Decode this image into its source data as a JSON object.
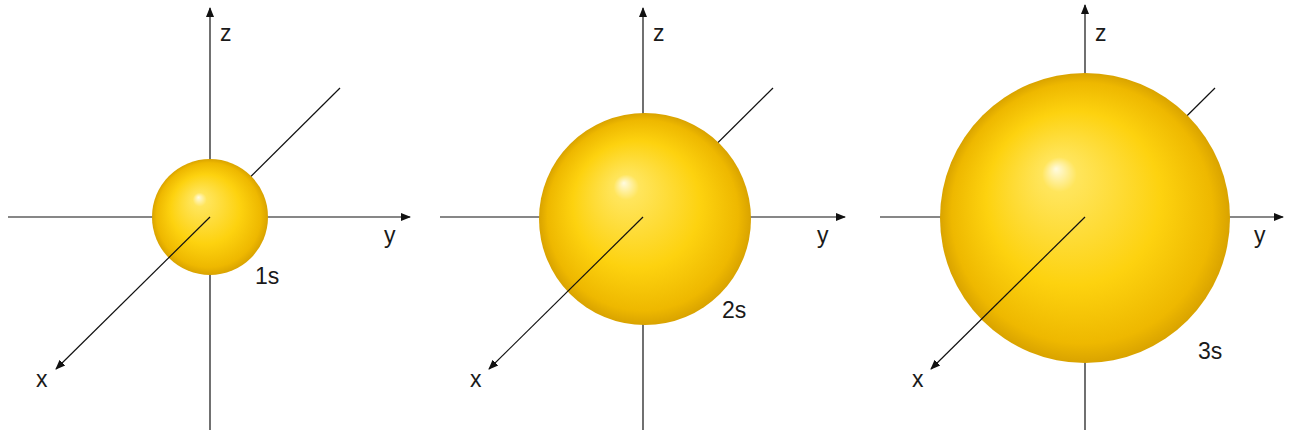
{
  "diagram": {
    "labels": [
      "z",
      "y",
      "x",
      "1s",
      "z",
      "y",
      "x",
      "2s",
      "z",
      "y",
      "x",
      "3s"
    ]
  }
}
